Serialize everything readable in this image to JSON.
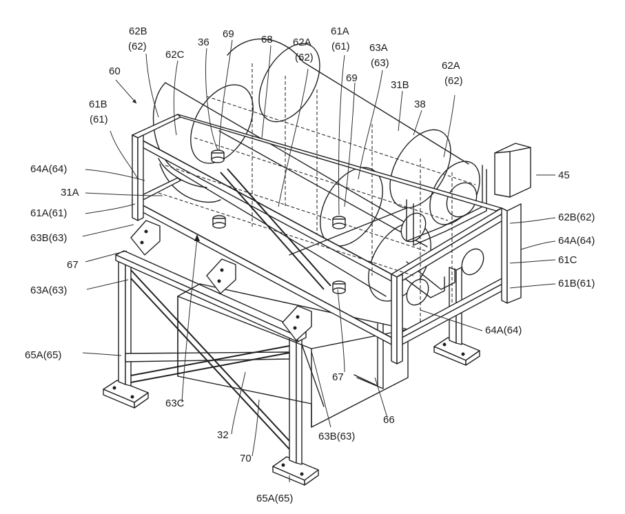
{
  "labels": {
    "l60": "60",
    "l62B_top_a": "62B",
    "l62B_top_b": "(62)",
    "l62C": "62C",
    "l36": "36",
    "l69_left": "69",
    "l68": "68",
    "l62A_mid_a": "62A",
    "l62A_mid_b": "(62)",
    "l61A_top_a": "61A",
    "l61A_top_b": "(61)",
    "l63A_top_a": "63A",
    "l63A_top_b": "(63)",
    "l69_right": "69",
    "l31B": "31B",
    "l38": "38",
    "l62A_right_a": "62A",
    "l62A_right_b": "(62)",
    "l61B_left_a": "61B",
    "l61B_left_b": "(61)",
    "l64A_left": "64A(64)",
    "l31A": "31A",
    "l61A_left": "61A(61)",
    "l63B_left": "63B(63)",
    "l67_left": "67",
    "l63A_left": "63A(63)",
    "l65A_left": "65A(65)",
    "l63C": "63C",
    "l32": "32",
    "l70": "70",
    "l65A_bottom": "65A(65)",
    "l45": "45",
    "l62B_right": "62B(62)",
    "l64A_right": "64A(64)",
    "l61C": "61C",
    "l61B_right": "61B(61)",
    "l64A_lower": "64A(64)",
    "l67_right": "67",
    "l63B_bottom": "63B(63)",
    "l66": "66"
  }
}
